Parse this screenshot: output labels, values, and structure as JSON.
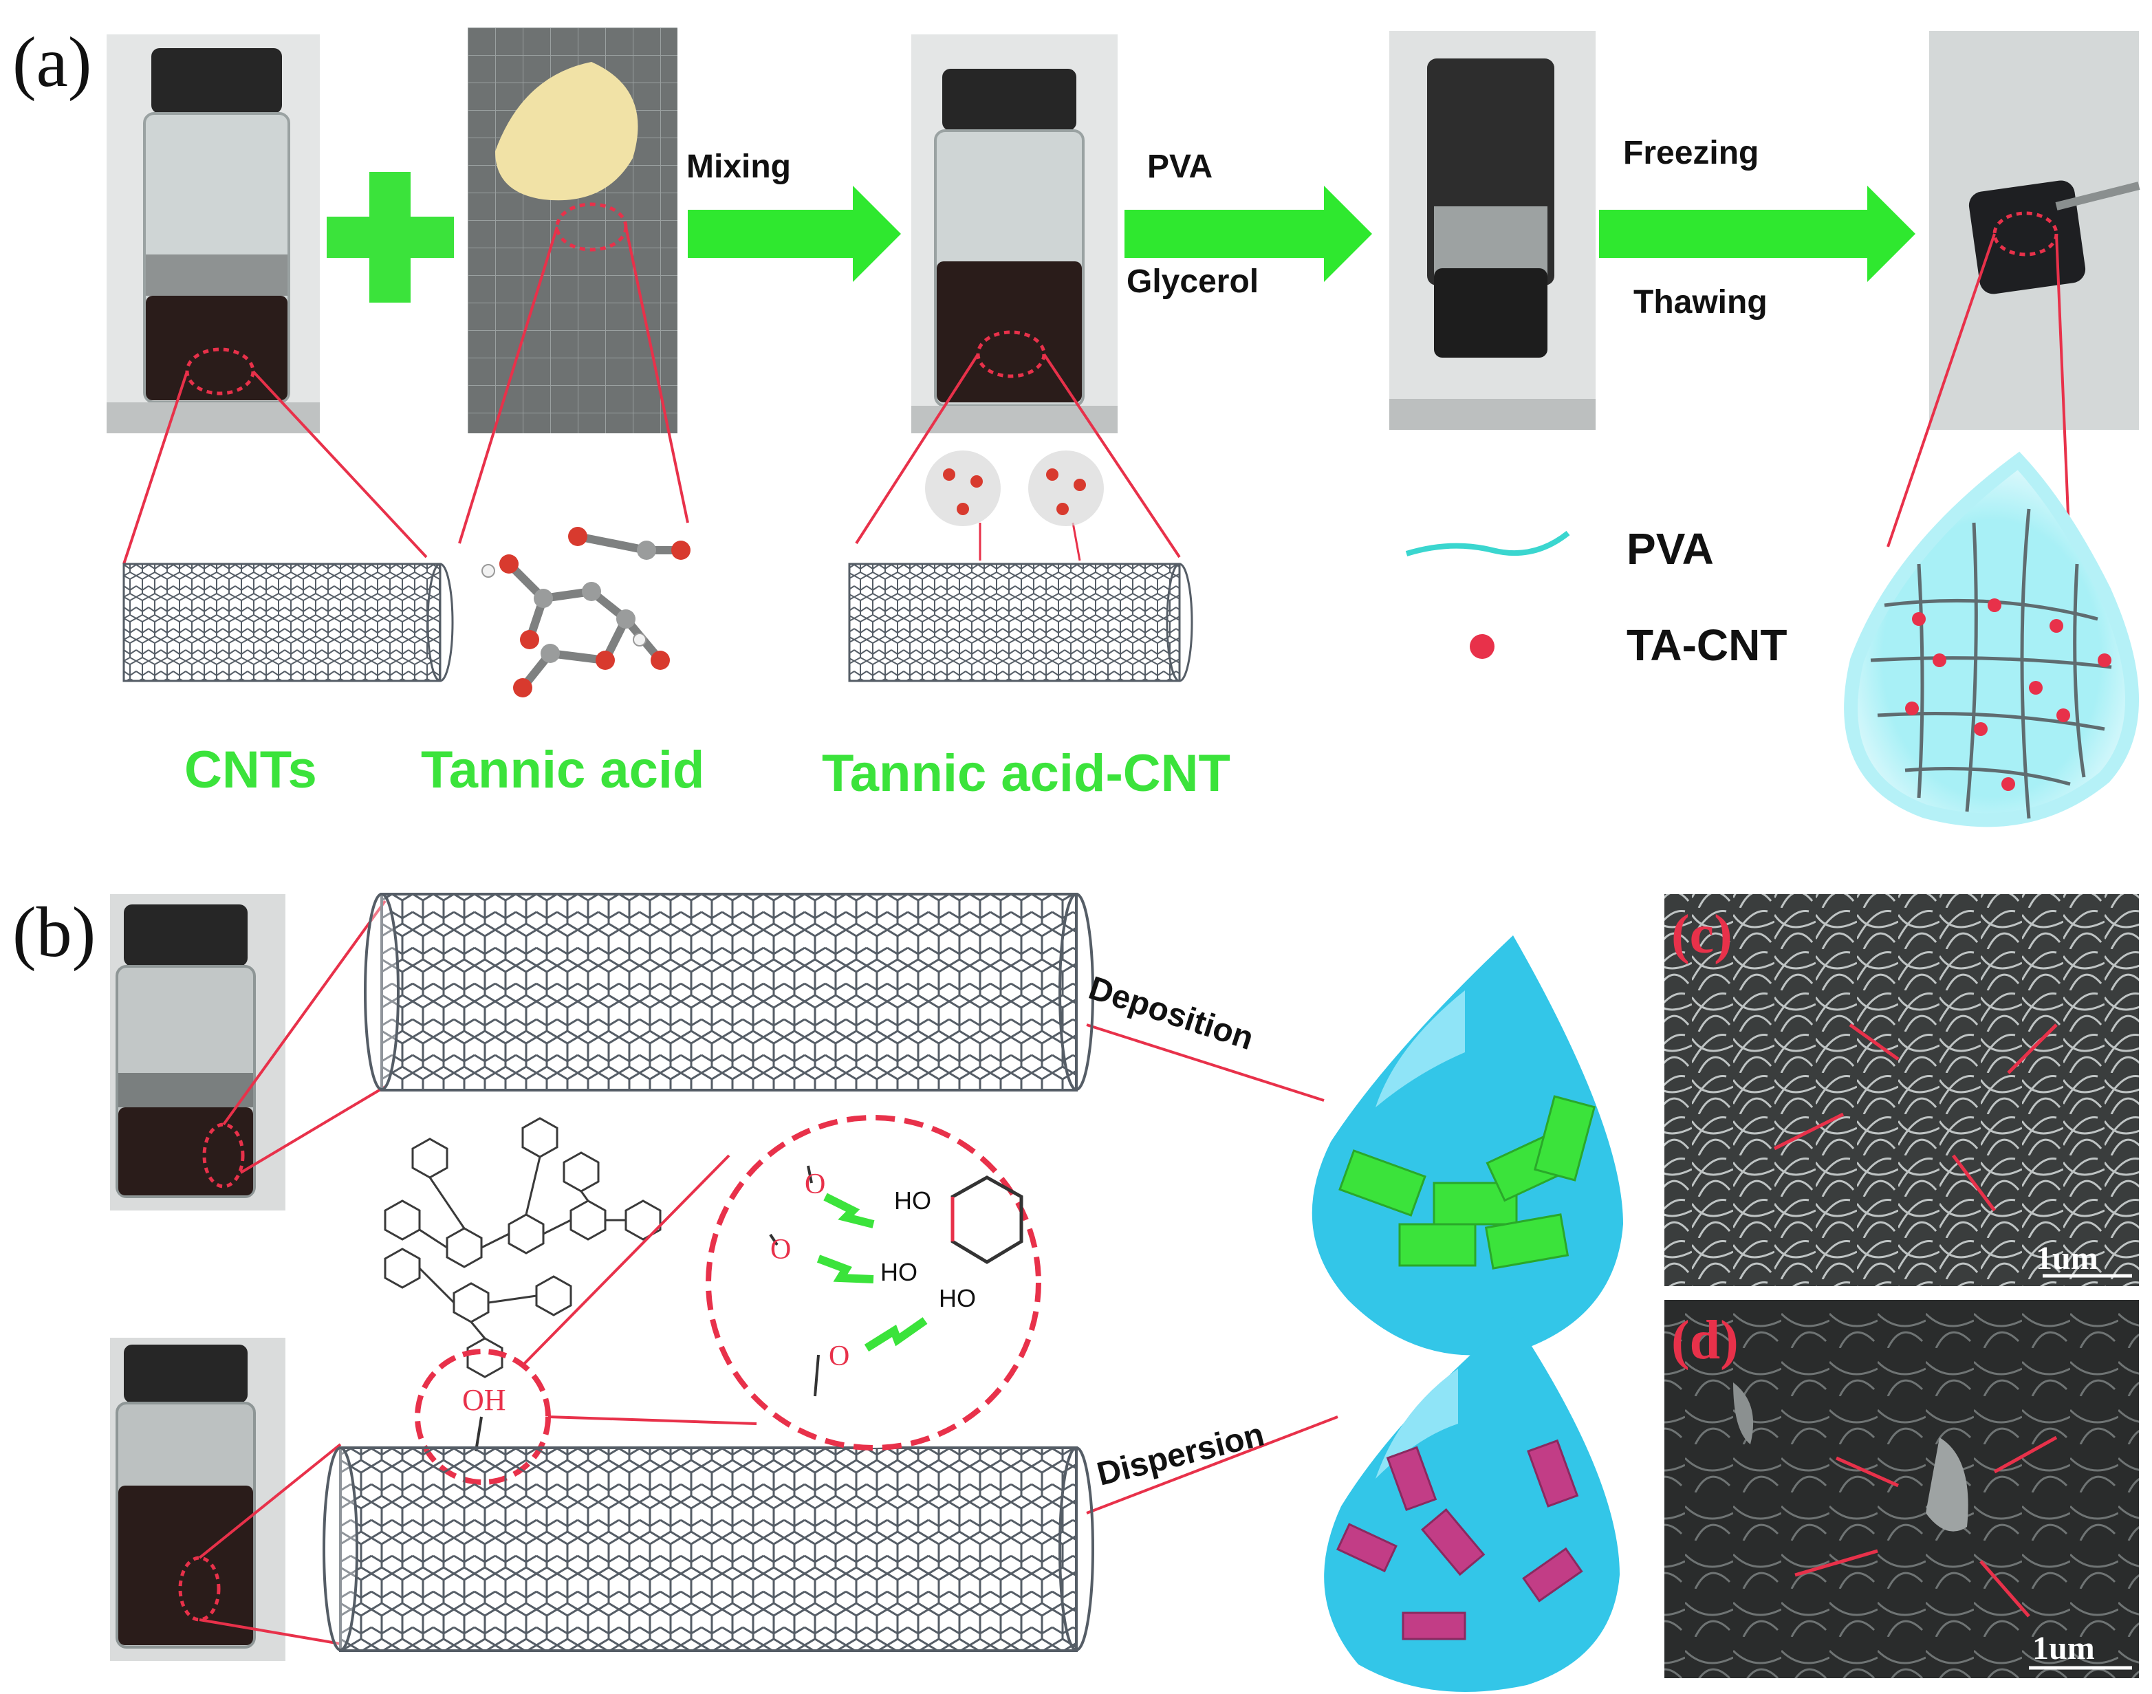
{
  "panel_labels": {
    "a": "(a)",
    "b": "(b)",
    "c": "(c)",
    "d": "(d)"
  },
  "steps": {
    "mixing": "Mixing",
    "pva": "PVA",
    "glycerol": "Glycerol",
    "freezing": "Freezing",
    "thawing": "Thawing"
  },
  "components": {
    "cnts": "CNTs",
    "tannic_acid": "Tannic acid",
    "ta_cnt": "Tannic acid-CNT"
  },
  "legend": {
    "pva": "PVA",
    "ta_cnt": "TA-CNT"
  },
  "processes": {
    "deposition": "Deposition",
    "dispersion": "Dispersion"
  },
  "chem": {
    "oh": "OH",
    "ho": "HO",
    "o": "O"
  },
  "scale_bars": {
    "c": "1um",
    "d": "1um"
  },
  "colors": {
    "accent_green": "#3be33b",
    "arrow_green": "#2fe82f",
    "guide_red": "#e8314a",
    "cnt_grey": "#555d66",
    "drop_blue": "#33c6e8",
    "drop_light": "#8fe4f7",
    "particle_magenta": "#c23d86"
  }
}
